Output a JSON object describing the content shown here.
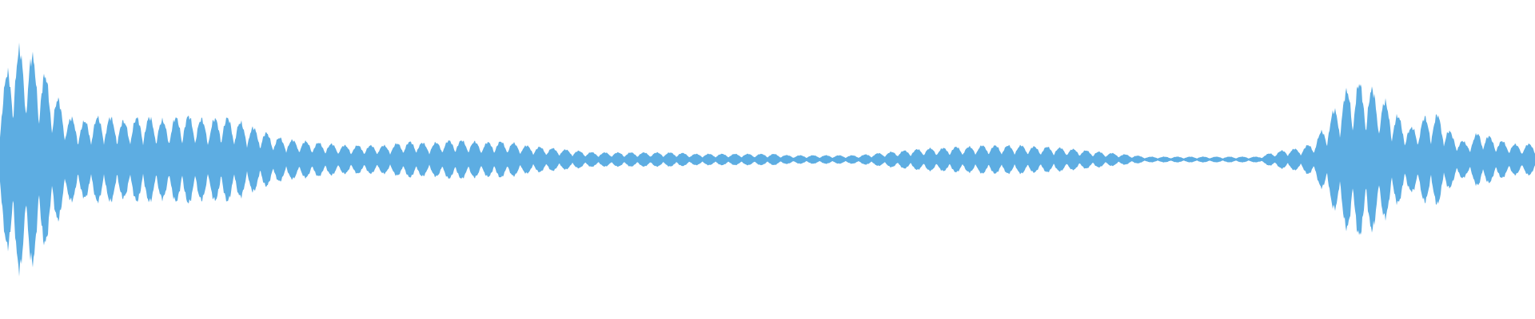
{
  "waveform": {
    "color": "#5dade2",
    "background": "#ffffff",
    "duration_normalized": 1.0,
    "envelope_peaks": [
      0.45,
      0.78,
      0.78,
      0.65,
      0.46,
      0.3,
      0.27,
      0.3,
      0.3,
      0.27,
      0.3,
      0.3,
      0.27,
      0.31,
      0.31,
      0.27,
      0.31,
      0.28,
      0.24,
      0.2,
      0.16,
      0.14,
      0.13,
      0.12,
      0.11,
      0.1,
      0.1,
      0.1,
      0.1,
      0.12,
      0.13,
      0.11,
      0.13,
      0.14,
      0.13,
      0.12,
      0.13,
      0.12,
      0.1,
      0.09,
      0.08,
      0.07,
      0.06,
      0.05,
      0.05,
      0.05,
      0.05,
      0.05,
      0.05,
      0.05,
      0.04,
      0.04,
      0.04,
      0.04,
      0.04,
      0.04,
      0.04,
      0.03,
      0.03,
      0.03,
      0.03,
      0.03,
      0.03,
      0.04,
      0.05,
      0.06,
      0.07,
      0.08,
      0.08,
      0.09,
      0.09,
      0.1,
      0.1,
      0.1,
      0.1,
      0.09,
      0.09,
      0.08,
      0.07,
      0.06,
      0.05,
      0.04,
      0.03,
      0.02,
      0.02,
      0.02,
      0.02,
      0.02,
      0.02,
      0.02,
      0.02,
      0.02,
      0.05,
      0.07,
      0.08,
      0.12,
      0.27,
      0.45,
      0.55,
      0.52,
      0.43,
      0.32,
      0.22,
      0.3,
      0.32,
      0.18,
      0.12,
      0.2,
      0.15,
      0.12,
      0.1,
      0.12
    ],
    "oscillation_cycles": 118
  }
}
